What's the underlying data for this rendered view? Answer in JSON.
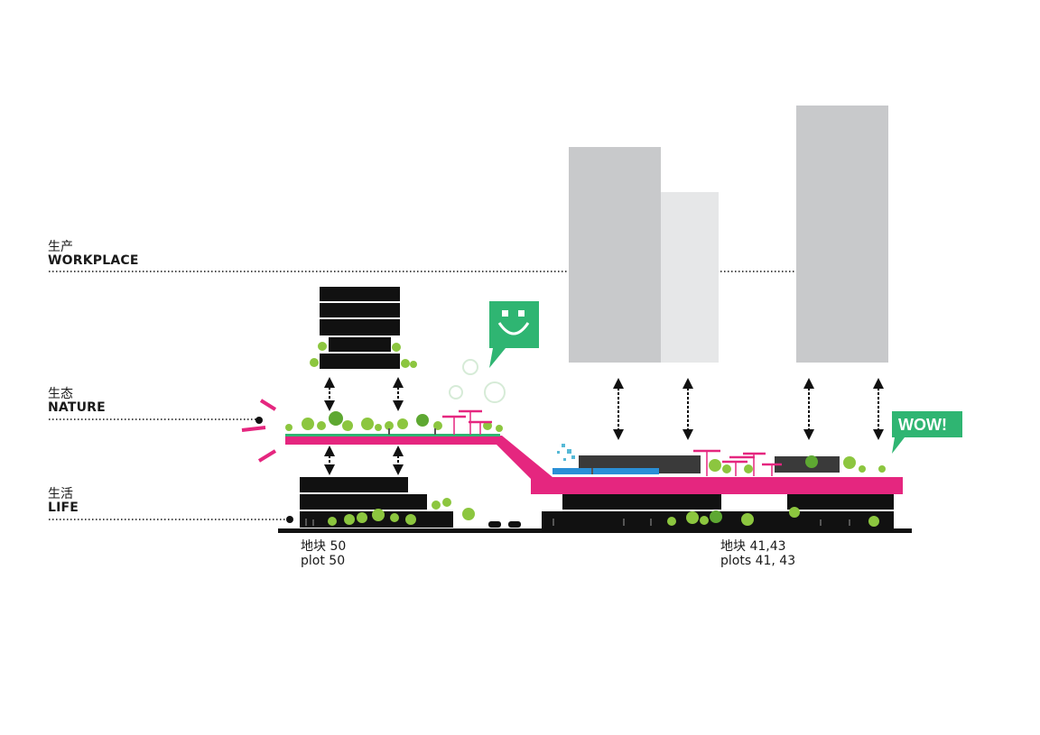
{
  "levels": [
    {
      "cn": "生产",
      "en": "WORKPLACE"
    },
    {
      "cn": "生态",
      "en": "NATURE"
    },
    {
      "cn": "生活",
      "en": "LIFE"
    }
  ],
  "plots": [
    {
      "cn": "地块 50",
      "en": "plot 50"
    },
    {
      "cn": "地块 41,43",
      "en": "plots 41, 43"
    }
  ],
  "wow_bubble": "WOW!",
  "colors": {
    "magenta": "#e5267f",
    "green": "#2fb572",
    "gray_tower": "#c8c9cb",
    "light_gray_tower": "#e6e7e8",
    "black": "#111111",
    "blue": "#2a8fd6",
    "tree": "#8cc63f"
  }
}
